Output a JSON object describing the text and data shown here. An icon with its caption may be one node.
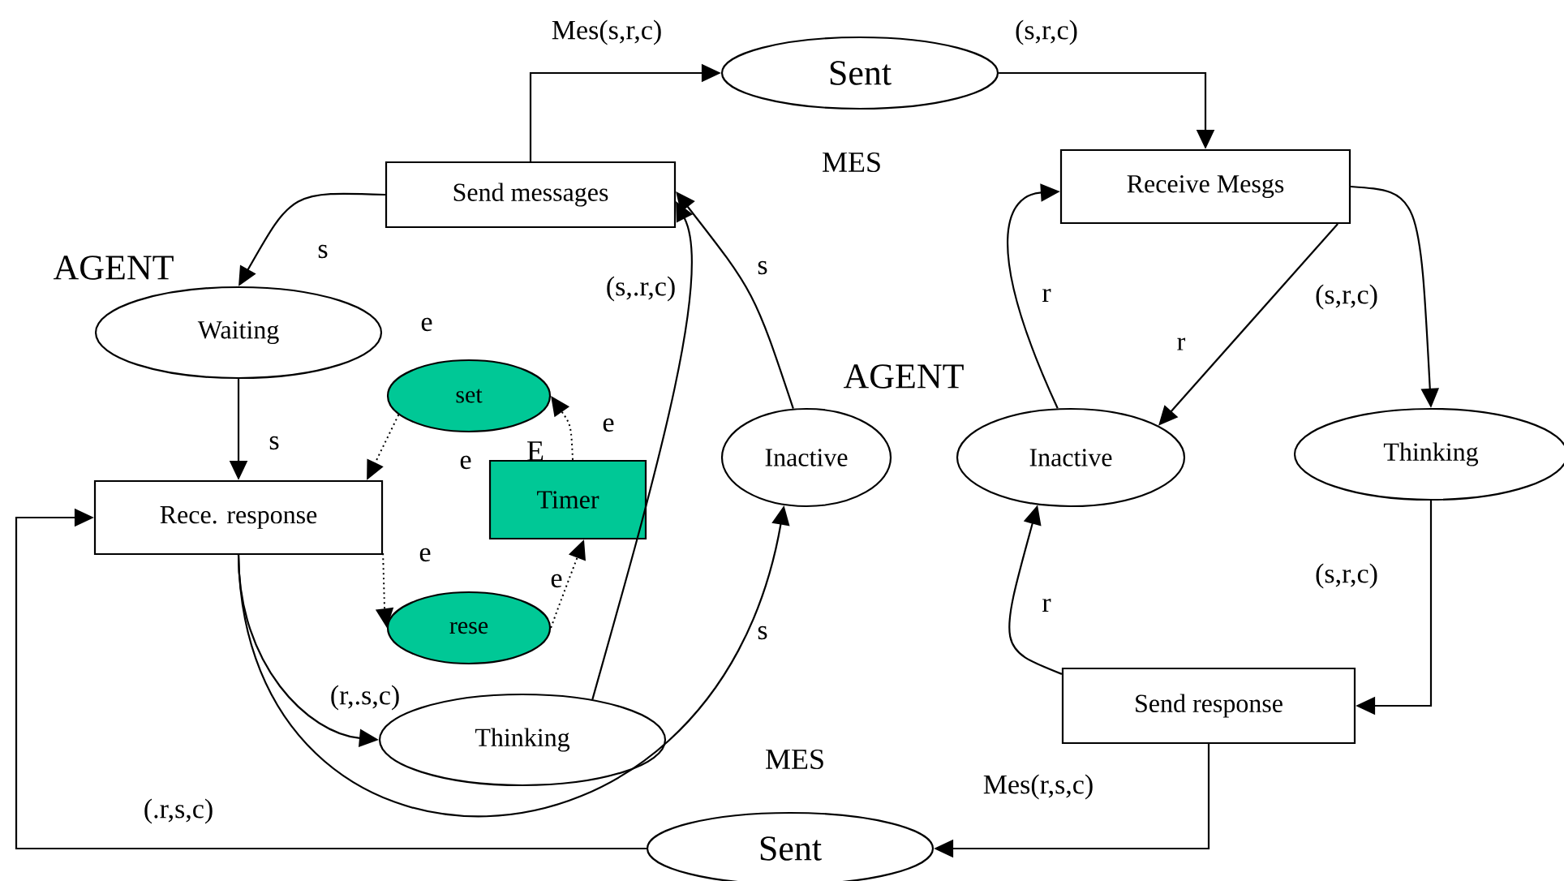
{
  "diagram": {
    "nodes": [
      {
        "text": [
          "Send messages"
        ]
      },
      {
        "text": [
          "Sent"
        ]
      },
      {
        "text": [
          "Receive Mesgs"
        ]
      },
      {
        "text": [
          "Waiting"
        ]
      },
      {
        "text": [
          "set"
        ]
      },
      {
        "text": [
          "Timer"
        ]
      },
      {
        "text": [
          "Rece. response"
        ]
      },
      {
        "text": [
          "rese"
        ]
      },
      {
        "text": [
          "Inactive"
        ]
      },
      {
        "text": [
          "Inactive"
        ]
      },
      {
        "text": [
          "Thinking"
        ]
      },
      {
        "text": [
          "Thinking"
        ]
      },
      {
        "text": [
          "Send response"
        ]
      },
      {
        "text": [
          "Sent"
        ]
      }
    ],
    "edges": [
      {
        "from": 0,
        "to": 1,
        "arrow": "to",
        "label": "Mes(s,r,c)"
      },
      {
        "from": 1,
        "to": 2,
        "arrow": "to",
        "label": "(s,r,c)"
      },
      {
        "from": 0,
        "to": 3,
        "arrow": "to",
        "label": "s"
      },
      {
        "from": 3,
        "to": 6,
        "arrow": "to",
        "label": "s"
      },
      {
        "from": 4,
        "to": 6,
        "arrow": "to",
        "label": "e",
        "style": "dashed"
      },
      {
        "from": 5,
        "to": 4,
        "arrow": "to",
        "label": "e",
        "style": "dashed"
      },
      {
        "from": 6,
        "to": 7,
        "arrow": "to",
        "label": "e",
        "style": "dashed"
      },
      {
        "from": 7,
        "to": 5,
        "arrow": "to",
        "label": "e",
        "style": "dashed"
      },
      {
        "from": 6,
        "to": 11,
        "arrow": "to",
        "label": "(r,.s,c)"
      },
      {
        "from": 6,
        "to": 8,
        "arrow": "to",
        "label": "s"
      },
      {
        "from": 11,
        "to": 0,
        "arrow": "to",
        "label": "(s,.r,c)"
      },
      {
        "from": 8,
        "to": 0,
        "arrow": "to",
        "label": "s"
      },
      {
        "from": 9,
        "to": 2,
        "arrow": "to",
        "label": "r"
      },
      {
        "from": 2,
        "to": 9,
        "arrow": "to",
        "label": "(s,r,c)"
      },
      {
        "from": 2,
        "to": 10,
        "arrow": "to"
      },
      {
        "from": 10,
        "to": 12,
        "arrow": "to",
        "label": "(s,r,c)"
      },
      {
        "from": 12,
        "to": 9,
        "arrow": "to",
        "label": "r"
      },
      {
        "from": 12,
        "to": 13,
        "arrow": "to",
        "label": "Mes(r,s,c)"
      },
      {
        "from": 13,
        "to": 6,
        "arrow": "to",
        "label": "(.r,s,c)"
      }
    ],
    "labels": [
      "AGENT",
      "MES",
      "e",
      "E",
      "r",
      "AGENT",
      "MES"
    ]
  }
}
